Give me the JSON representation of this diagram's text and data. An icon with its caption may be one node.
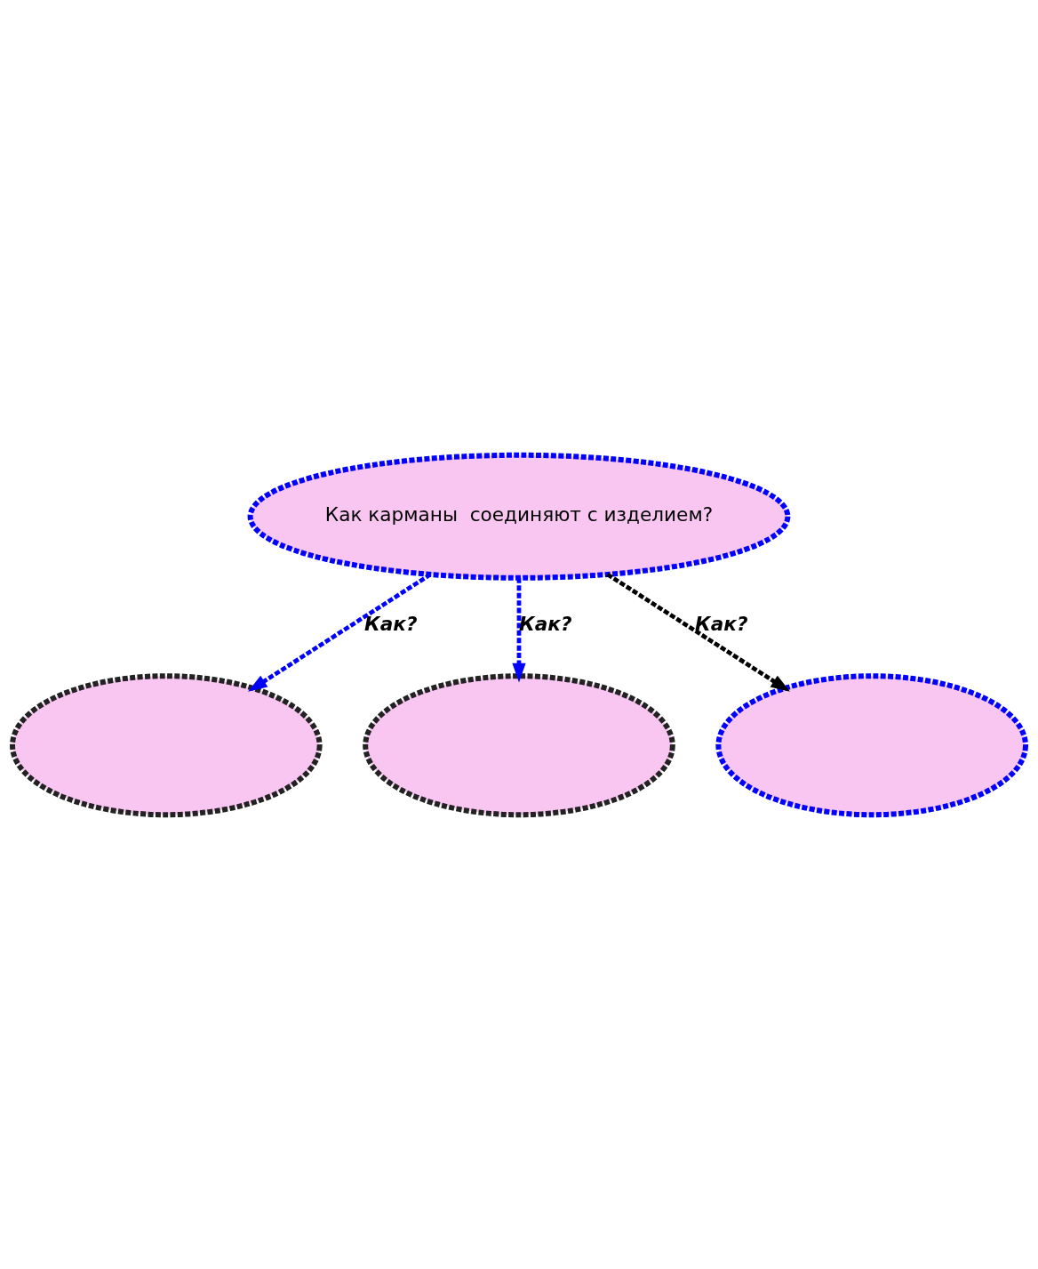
{
  "diagram": {
    "nodes": [
      {
        "text": [
          "Как карманы  соединяют с изделием?"
        ]
      },
      {
        "text": [],
        "shape": "ellipse"
      },
      {
        "text": [],
        "shape": "ellipse"
      },
      {
        "text": [],
        "shape": "ellipse"
      }
    ],
    "edges": [
      {
        "from": 0,
        "to": 1,
        "arrow": "to",
        "label": "Как?"
      },
      {
        "from": 0,
        "to": 2,
        "arrow": "to",
        "label": "Как?"
      },
      {
        "from": 0,
        "to": 3,
        "arrow": "to",
        "label": "Как?",
        "color": "#000000"
      }
    ]
  }
}
